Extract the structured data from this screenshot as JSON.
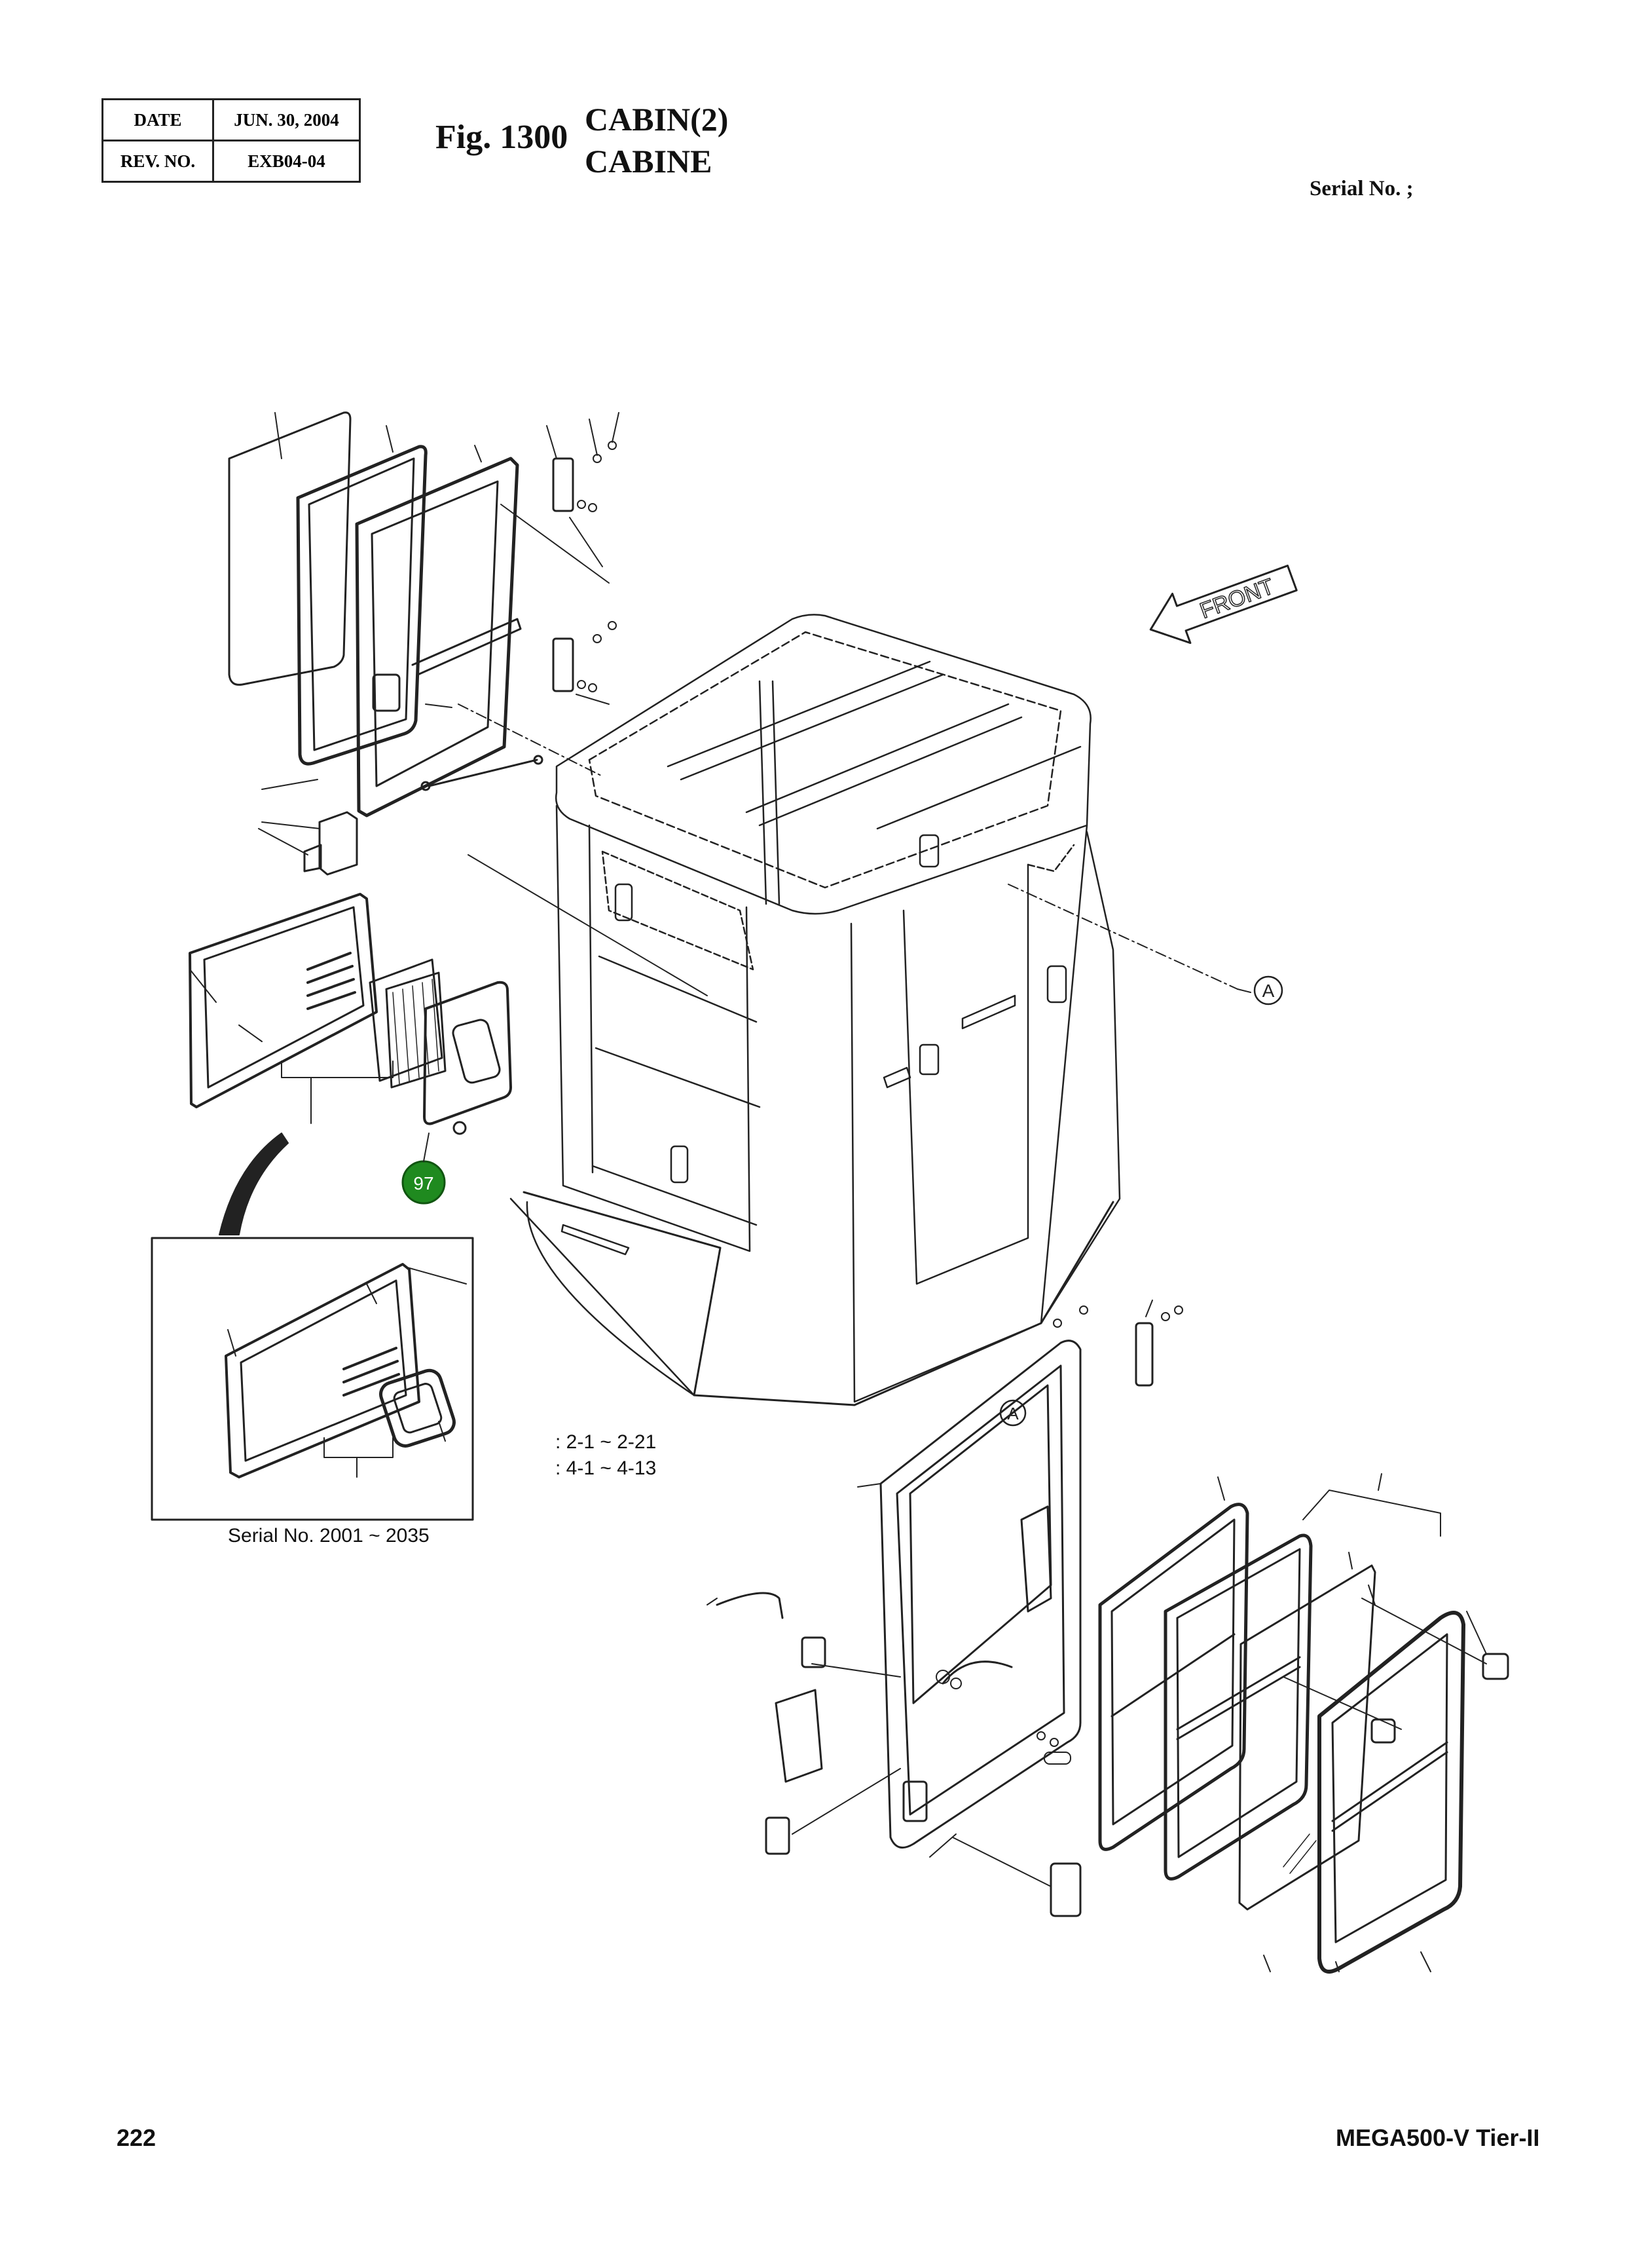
{
  "header": {
    "date_label": "DATE",
    "date_value": "JUN. 30, 2004",
    "rev_label": "REV. NO.",
    "rev_value": "EXB04-04"
  },
  "figure": {
    "number": "Fig. 1300",
    "title_en": "CABIN(2)",
    "title_fr": "CABINE"
  },
  "serial_top": "Serial No. ;",
  "direction_arrow": "FRONT",
  "callouts": {
    "detail_ref": "A",
    "part_badge": "97"
  },
  "notes": {
    "ref_1": ": 2-1 ~ 2-21",
    "ref_2": ": 4-1 ~ 4-13",
    "inset_serial": "Serial No. 2001 ~ 2035"
  },
  "footer": {
    "page_number": "222",
    "model": "MEGA500-V Tier-II"
  },
  "colors": {
    "badge_fill": "#1f8a1f",
    "line": "#222222"
  }
}
